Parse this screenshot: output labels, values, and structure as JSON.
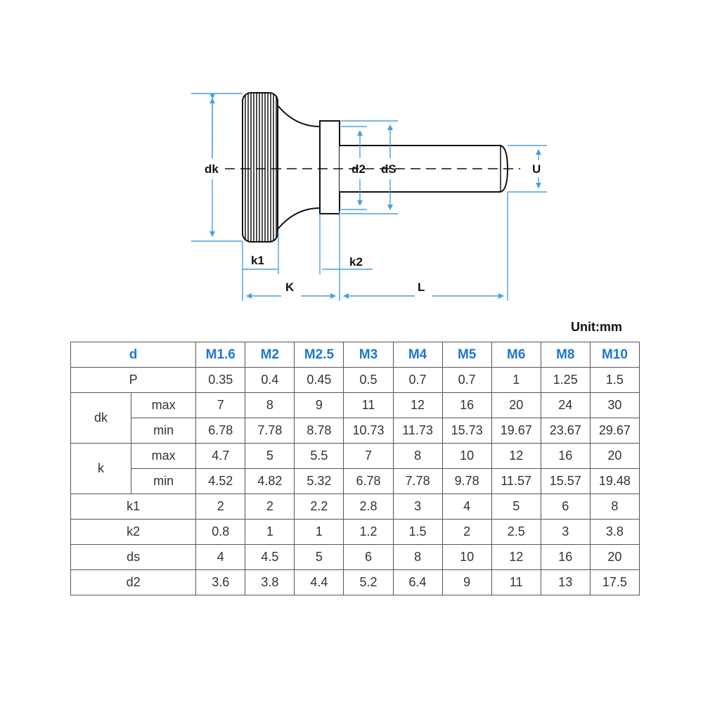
{
  "drawing": {
    "labels": {
      "dk": "dk",
      "d2": "d2",
      "ds": "dS",
      "u": "U",
      "k1": "k1",
      "k2": "k2",
      "K": "K",
      "L": "L"
    }
  },
  "unit": "Unit:mm",
  "table": {
    "header_label": "d",
    "sizes": [
      "M1.6",
      "M2",
      "M2.5",
      "M3",
      "M4",
      "M5",
      "M6",
      "M8",
      "M10"
    ],
    "pitch": {
      "label": "P",
      "values": [
        "0.35",
        "0.4",
        "0.45",
        "0.5",
        "0.7",
        "0.7",
        "1",
        "1.25",
        "1.5"
      ]
    },
    "dk": {
      "label": "dk",
      "max": {
        "label": "max",
        "values": [
          "7",
          "8",
          "9",
          "11",
          "12",
          "16",
          "20",
          "24",
          "30"
        ]
      },
      "min": {
        "label": "min",
        "values": [
          "6.78",
          "7.78",
          "8.78",
          "10.73",
          "11.73",
          "15.73",
          "19.67",
          "23.67",
          "29.67"
        ]
      }
    },
    "k": {
      "label": "k",
      "max": {
        "label": "max",
        "values": [
          "4.7",
          "5",
          "5.5",
          "7",
          "8",
          "10",
          "12",
          "16",
          "20"
        ]
      },
      "min": {
        "label": "min",
        "values": [
          "4.52",
          "4.82",
          "5.32",
          "6.78",
          "7.78",
          "9.78",
          "11.57",
          "15.57",
          "19.48"
        ]
      }
    },
    "k1": {
      "label": "k1",
      "values": [
        "2",
        "2",
        "2.2",
        "2.8",
        "3",
        "4",
        "5",
        "6",
        "8"
      ]
    },
    "k2": {
      "label": "k2",
      "values": [
        "0.8",
        "1",
        "1",
        "1.2",
        "1.5",
        "2",
        "2.5",
        "3",
        "3.8"
      ]
    },
    "ds": {
      "label": "ds",
      "values": [
        "4",
        "4.5",
        "5",
        "6",
        "8",
        "10",
        "12",
        "16",
        "20"
      ]
    },
    "d2": {
      "label": "d2",
      "values": [
        "3.6",
        "3.8",
        "4.4",
        "5.2",
        "6.4",
        "9",
        "11",
        "13",
        "17.5"
      ]
    }
  },
  "colors": {
    "dimension_line": "#4a9fe0",
    "header_text": "#1f77c8",
    "table_border": "#555555"
  }
}
